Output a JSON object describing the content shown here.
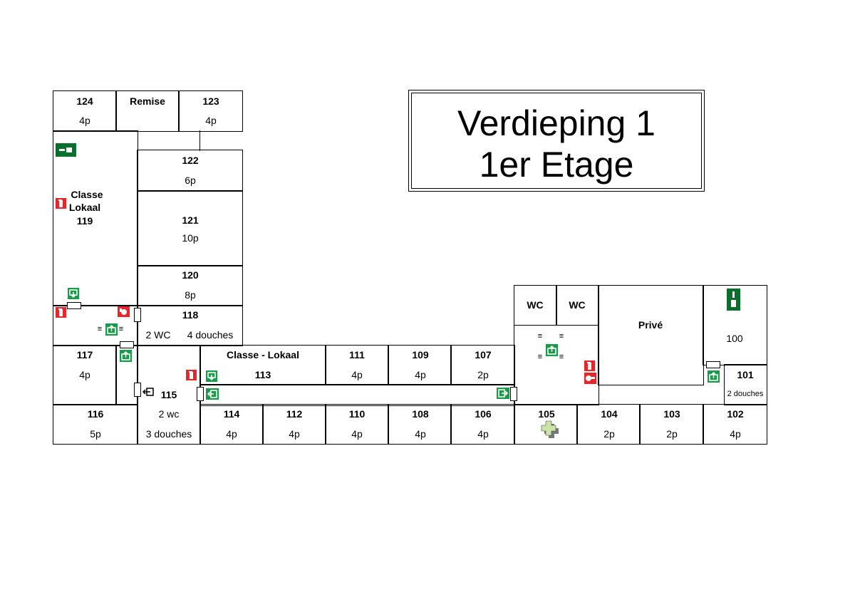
{
  "title": {
    "line1": "Verdieping 1",
    "line2": "1er Etage"
  },
  "rooms": {
    "r124": {
      "num": "124",
      "cap": "4p"
    },
    "remise": {
      "num": "Remise"
    },
    "r123": {
      "num": "123",
      "cap": "4p"
    },
    "r122": {
      "num": "122",
      "cap": "6p"
    },
    "r121": {
      "num": "121",
      "cap": "10p"
    },
    "r120": {
      "num": "120",
      "cap": "8p"
    },
    "r118": {
      "num": "118",
      "note1": "2 WC",
      "note2": "4 douches"
    },
    "r119": {
      "line1": "Classe",
      "line2": "Lokaal",
      "line3": "119"
    },
    "r117": {
      "num": "117",
      "cap": "4p"
    },
    "r113": {
      "line1": "Classe - Lokaal",
      "num": "113"
    },
    "r111": {
      "num": "111",
      "cap": "4p"
    },
    "r109": {
      "num": "109",
      "cap": "4p"
    },
    "r107": {
      "num": "107",
      "cap": "2p"
    },
    "r115": {
      "num": "115",
      "note1": "2 wc",
      "note2": "3 douches"
    },
    "r116": {
      "num": "116",
      "cap": "5p"
    },
    "r114": {
      "num": "114",
      "cap": "4p"
    },
    "r112": {
      "num": "112",
      "cap": "4p"
    },
    "r110": {
      "num": "110",
      "cap": "4p"
    },
    "r108": {
      "num": "108",
      "cap": "4p"
    },
    "r106": {
      "num": "106",
      "cap": "4p"
    },
    "r105": {
      "num": "105"
    },
    "r104": {
      "num": "104",
      "cap": "2p"
    },
    "r103": {
      "num": "103",
      "cap": "2p"
    },
    "r102": {
      "num": "102",
      "cap": "4p"
    },
    "wc1": {
      "num": "WC"
    },
    "wc2": {
      "num": "WC"
    },
    "prive": {
      "num": "Privé"
    },
    "r100": {
      "num": "100"
    },
    "r101": {
      "num": "101",
      "note1": "2 douches"
    }
  },
  "colors": {
    "safety_green": "#1a9a4a",
    "dark_green": "#0a6e2c",
    "fire_red": "#e8262a",
    "first_aid": "#c9e6a8"
  },
  "icons": [
    "emergency-exit-sign-icon",
    "fire-extinguisher-icon",
    "fire-alarm-icon",
    "first-aid-icon",
    "fire-hose-icon"
  ]
}
